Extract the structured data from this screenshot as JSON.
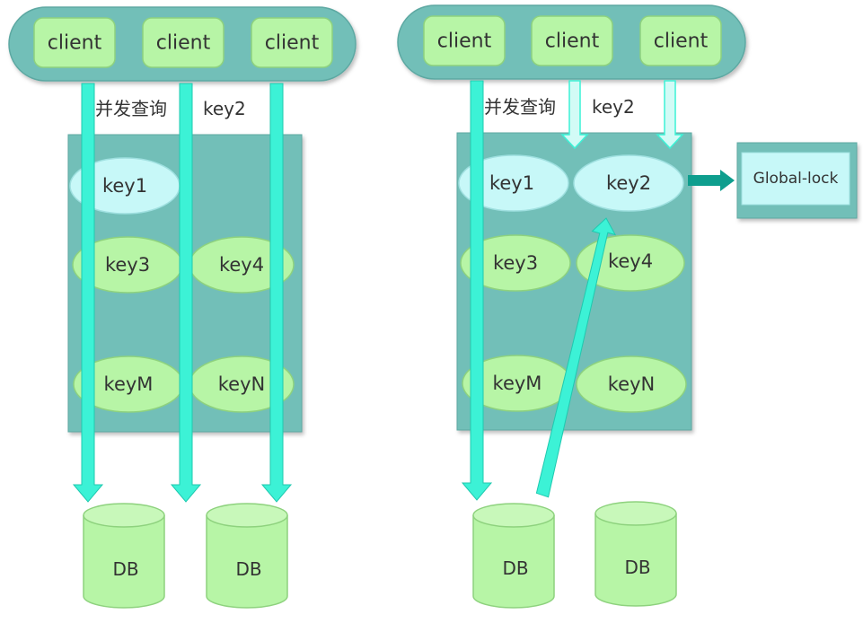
{
  "colors": {
    "cloud": "#72BFB8",
    "cache_box": "#72BFB8",
    "client_fill": "#B7F5A6",
    "key_fill": "#B7F5A6",
    "key_hot_fill": "#C7F8F8",
    "arrow_fill": "#3CF2D6",
    "arrow_light_fill": "#D2FBF6",
    "lock_arrow": "#0E9E8E",
    "db_fill": "#B7F5A6",
    "text": "#333333"
  },
  "left": {
    "clients": [
      "client",
      "client",
      "client"
    ],
    "annotation": "并发查询",
    "annotation_key": "key2",
    "keys": {
      "k1": "key1",
      "k3": "key3",
      "k4": "key4",
      "kM": "keyM",
      "kN": "keyN"
    },
    "dbs": [
      "DB",
      "DB"
    ]
  },
  "right": {
    "clients": [
      "client",
      "client",
      "client"
    ],
    "annotation": "并发查询",
    "annotation_key": "key2",
    "keys": {
      "k1": "key1",
      "k2": "key2",
      "k3": "key3",
      "k4": "key4",
      "kM": "keyM",
      "kN": "keyN"
    },
    "lock_label": "Global-lock",
    "dbs": [
      "DB",
      "DB"
    ]
  }
}
